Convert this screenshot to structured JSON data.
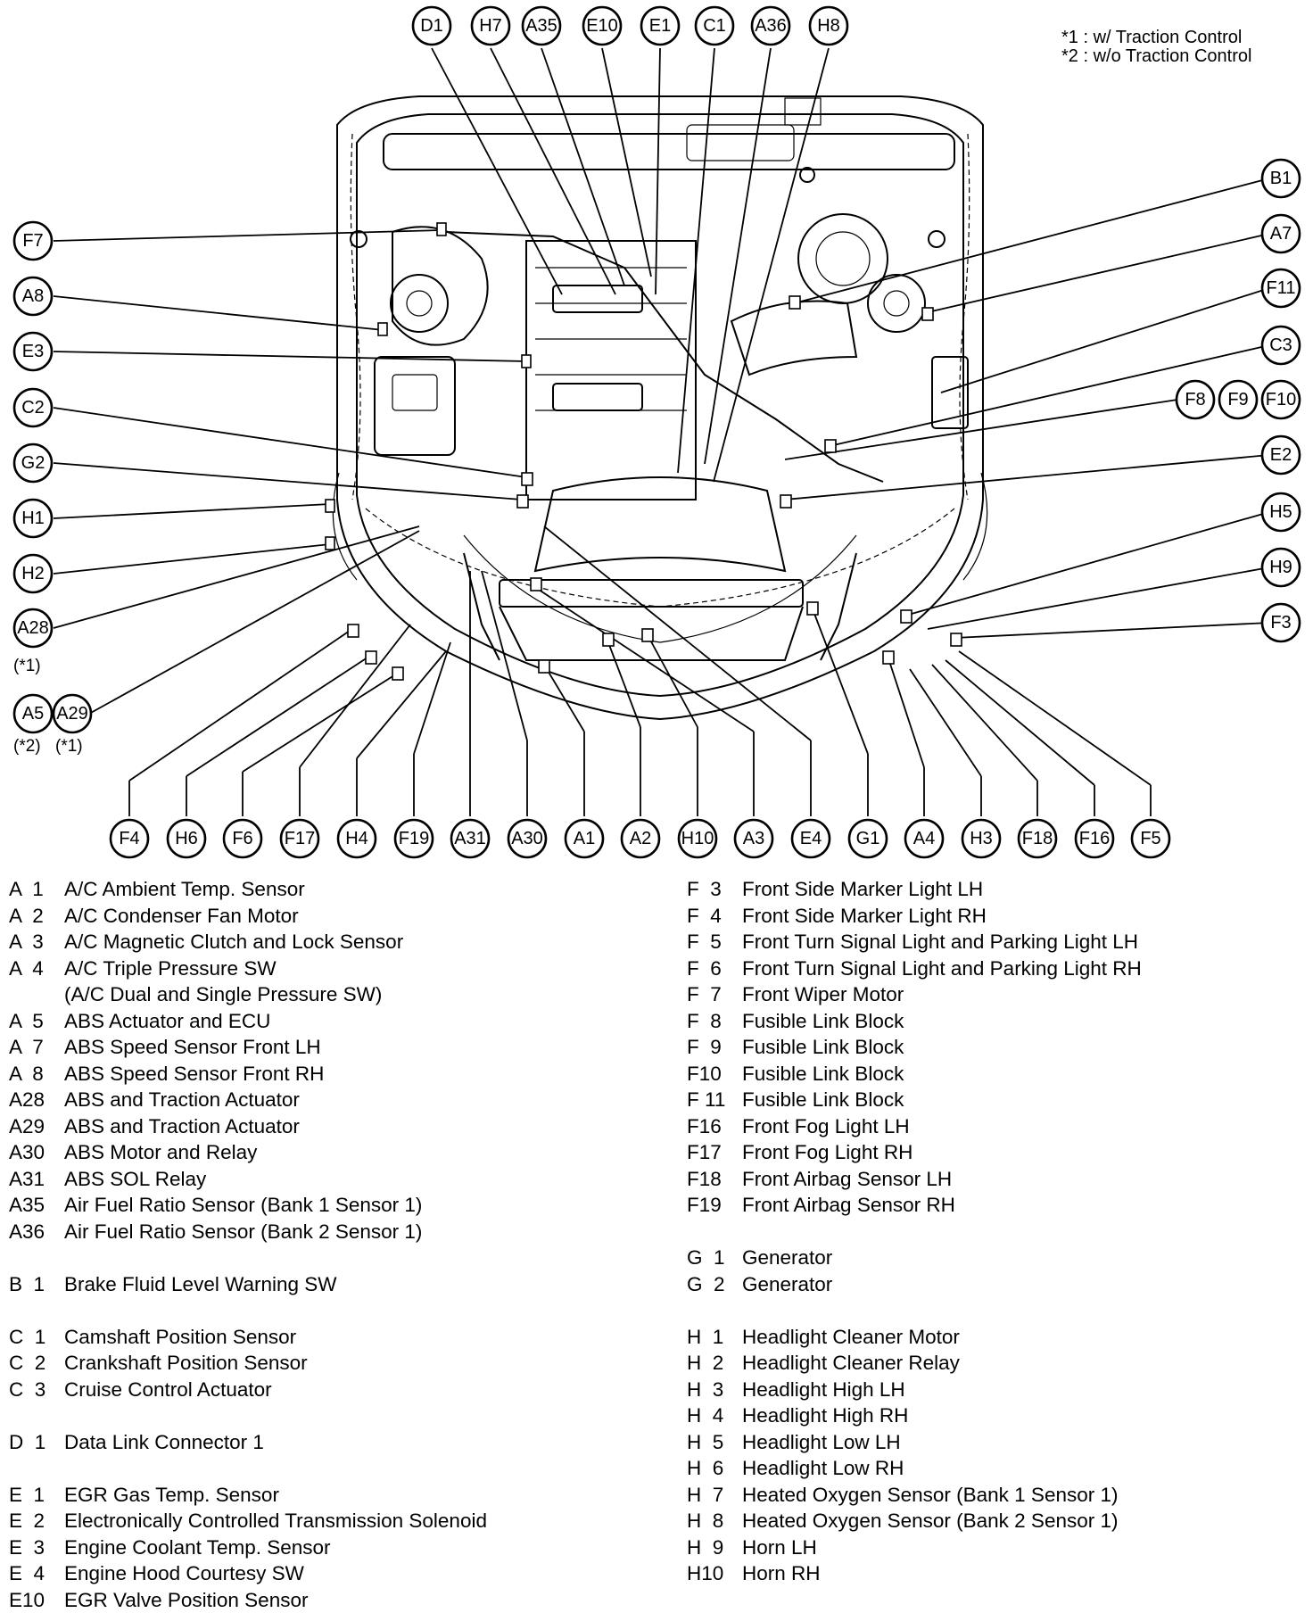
{
  "notes": {
    "traction_w": "*1 : w/ Traction Control",
    "traction_wo": "*2 : w/o Traction Control"
  },
  "callouts": {
    "D1": "D1",
    "H7": "H7",
    "A35": "A35",
    "E10": "E10",
    "E1": "E1",
    "C1": "C1",
    "A36": "A36",
    "H8": "H8",
    "B1": "B1",
    "A7": "A7",
    "F11": "F11",
    "C3": "C3",
    "F8": "F8",
    "F9": "F9",
    "F10": "F10",
    "E2": "E2",
    "H5": "H5",
    "H9": "H9",
    "F3": "F3",
    "F7": "F7",
    "A8": "A8",
    "E3": "E3",
    "C2": "C2",
    "G2": "G2",
    "H1": "H1",
    "H2": "H2",
    "A28": "A28",
    "A5": "A5",
    "A29": "A29",
    "F4": "F4",
    "H6": "H6",
    "F6": "F6",
    "F17": "F17",
    "H4": "H4",
    "F19": "F19",
    "A31": "A31",
    "A30": "A30",
    "A1": "A1",
    "A2": "A2",
    "H10": "H10",
    "A3": "A3",
    "E4": "E4",
    "G1": "G1",
    "A4": "A4",
    "H3": "H3",
    "F18": "F18",
    "F16": "F16",
    "F5": "F5"
  },
  "callout_subs": {
    "A28": "(*1)",
    "A5": "(*2)",
    "A29": "(*1)"
  },
  "legend_left": [
    {
      "code": "A  1",
      "name": "A/C Ambient Temp. Sensor"
    },
    {
      "code": "A  2",
      "name": "A/C Condenser Fan Motor"
    },
    {
      "code": "A  3",
      "name": "A/C Magnetic Clutch and Lock Sensor"
    },
    {
      "code": "A  4",
      "name": "A/C Triple Pressure SW"
    },
    {
      "code": "",
      "name": "(A/C Dual and Single Pressure SW)"
    },
    {
      "code": "A  5",
      "name": "ABS Actuator and ECU"
    },
    {
      "code": "A  7",
      "name": "ABS Speed Sensor Front LH"
    },
    {
      "code": "A  8",
      "name": "ABS Speed Sensor Front RH"
    },
    {
      "code": "A28",
      "name": "ABS and Traction Actuator"
    },
    {
      "code": "A29",
      "name": "ABS and Traction Actuator"
    },
    {
      "code": "A30",
      "name": "ABS Motor and Relay"
    },
    {
      "code": "A31",
      "name": "ABS SOL Relay"
    },
    {
      "code": "A35",
      "name": "Air Fuel Ratio Sensor (Bank 1 Sensor 1)"
    },
    {
      "code": "A36",
      "name": "Air Fuel Ratio Sensor (Bank 2 Sensor 1)"
    },
    {
      "code": "",
      "name": ""
    },
    {
      "code": "B  1",
      "name": "Brake Fluid Level Warning SW"
    },
    {
      "code": "",
      "name": ""
    },
    {
      "code": "C  1",
      "name": "Camshaft Position Sensor"
    },
    {
      "code": "C  2",
      "name": "Crankshaft Position Sensor"
    },
    {
      "code": "C  3",
      "name": "Cruise Control Actuator"
    },
    {
      "code": "",
      "name": ""
    },
    {
      "code": "D  1",
      "name": "Data Link Connector 1"
    },
    {
      "code": "",
      "name": ""
    },
    {
      "code": "E  1",
      "name": "EGR Gas Temp. Sensor"
    },
    {
      "code": "E  2",
      "name": "Electronically Controlled Transmission Solenoid"
    },
    {
      "code": "E  3",
      "name": "Engine Coolant Temp. Sensor"
    },
    {
      "code": "E  4",
      "name": "Engine Hood Courtesy SW"
    },
    {
      "code": "E10",
      "name": "EGR Valve Position Sensor"
    }
  ],
  "legend_right": [
    {
      "code": "F  3",
      "name": "Front Side Marker Light LH"
    },
    {
      "code": "F  4",
      "name": "Front Side Marker Light RH"
    },
    {
      "code": "F  5",
      "name": "Front Turn Signal Light and Parking Light LH"
    },
    {
      "code": "F  6",
      "name": "Front Turn Signal Light and Parking Light RH"
    },
    {
      "code": "F  7",
      "name": "Front Wiper Motor"
    },
    {
      "code": "F  8",
      "name": "Fusible Link Block"
    },
    {
      "code": "F  9",
      "name": "Fusible Link Block"
    },
    {
      "code": "F10",
      "name": "Fusible Link Block"
    },
    {
      "code": "F 11",
      "name": "Fusible Link Block"
    },
    {
      "code": "F16",
      "name": "Front Fog Light LH"
    },
    {
      "code": "F17",
      "name": "Front Fog Light RH"
    },
    {
      "code": "F18",
      "name": "Front Airbag Sensor LH"
    },
    {
      "code": "F19",
      "name": "Front Airbag Sensor RH"
    },
    {
      "code": "",
      "name": ""
    },
    {
      "code": "G  1",
      "name": "Generator"
    },
    {
      "code": "G  2",
      "name": "Generator"
    },
    {
      "code": "",
      "name": ""
    },
    {
      "code": "H  1",
      "name": "Headlight Cleaner Motor"
    },
    {
      "code": "H  2",
      "name": "Headlight Cleaner Relay"
    },
    {
      "code": "H  3",
      "name": "Headlight High LH"
    },
    {
      "code": "H  4",
      "name": "Headlight High RH"
    },
    {
      "code": "H  5",
      "name": "Headlight Low LH"
    },
    {
      "code": "H  6",
      "name": "Headlight Low RH"
    },
    {
      "code": "H  7",
      "name": "Heated Oxygen Sensor (Bank 1 Sensor 1)"
    },
    {
      "code": "H  8",
      "name": "Heated Oxygen Sensor (Bank 2 Sensor 1)"
    },
    {
      "code": "H  9",
      "name": "Horn LH"
    },
    {
      "code": "H10",
      "name": "Horn RH"
    }
  ]
}
